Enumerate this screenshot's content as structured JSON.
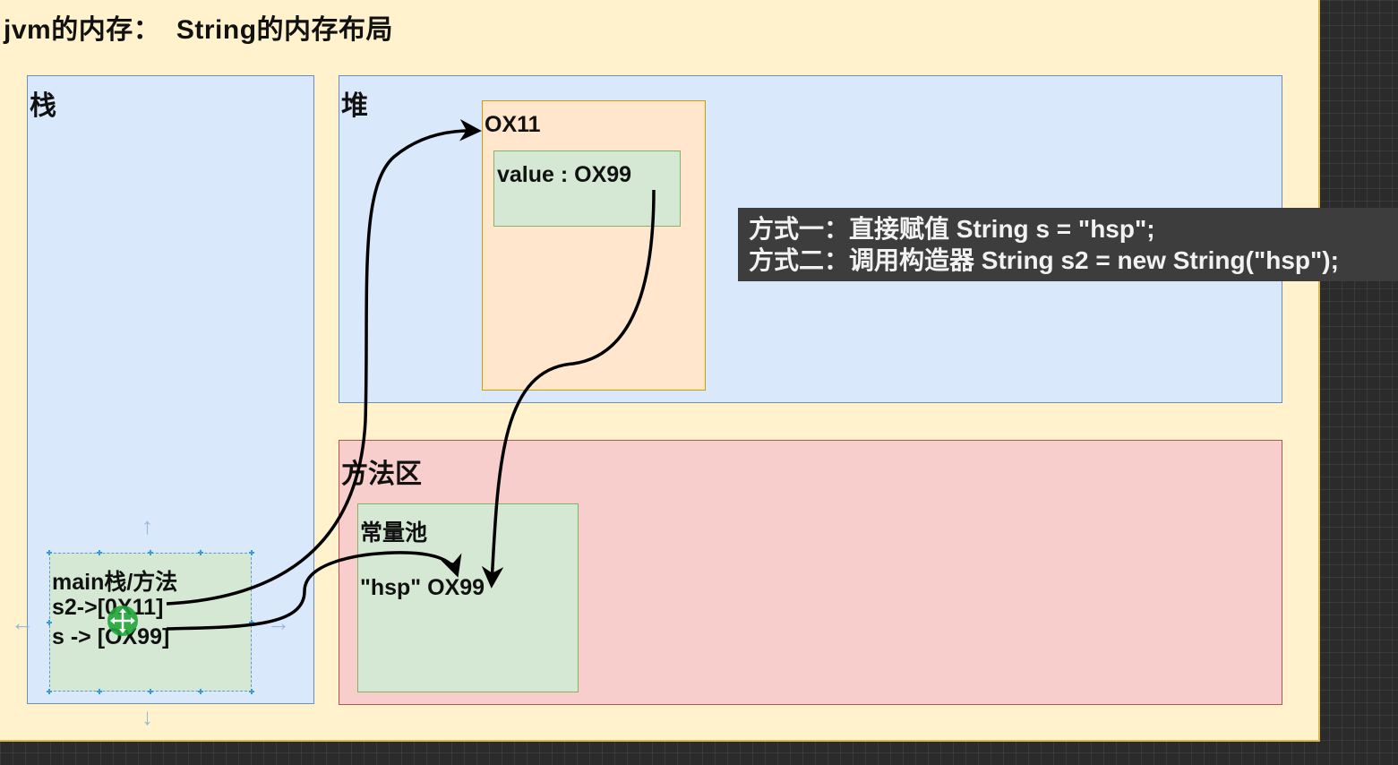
{
  "title": "jvm的内存：  String的内存布局",
  "stack": {
    "label": "栈"
  },
  "heap": {
    "label": "堆",
    "object": {
      "address": "OX11",
      "field": "value : OX99"
    }
  },
  "method_area": {
    "label": "方法区",
    "pool": {
      "label": "常量池",
      "entry": "\"hsp\" OX99"
    }
  },
  "frame": {
    "title": "main栈/方法",
    "lines": [
      "s2->[0X11]",
      "s -> [OX99]"
    ]
  },
  "caption": {
    "line1": "方式一：直接赋值 String s = \"hsp\";",
    "line2": "方式二：调用构造器 String s2 = new String(\"hsp\");"
  },
  "colors": {
    "canvas": "#fff2cc",
    "stack_heap_fill": "#dae8fc",
    "method_fill": "#f8cecc",
    "object_fill": "#ffe6cc",
    "green_fill": "#d5e8d4",
    "caption_bg": "#3d3d3d",
    "arrow": "#000000"
  }
}
